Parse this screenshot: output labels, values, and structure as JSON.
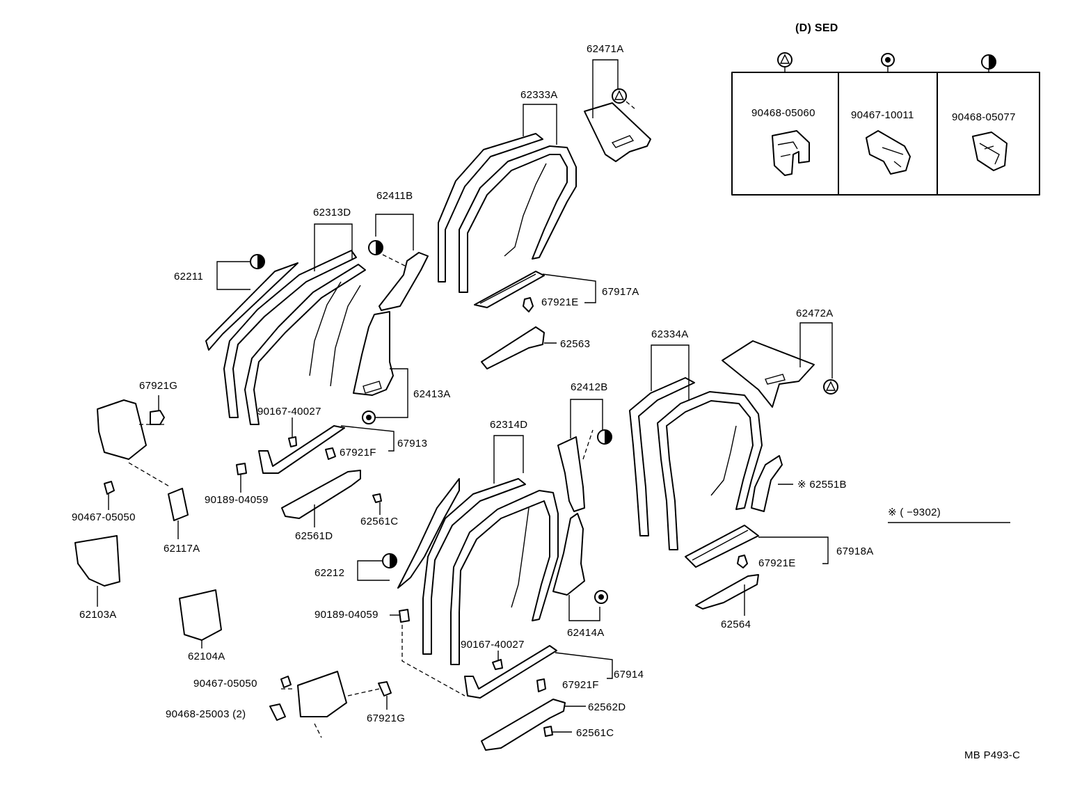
{
  "legend": {
    "title": "(D) SED",
    "items": [
      {
        "symbol": "triangle-circle-icon",
        "part": "90468-05060"
      },
      {
        "symbol": "dot-circle-icon",
        "part": "90467-10011"
      },
      {
        "symbol": "half-circle-icon",
        "part": "90468-05077"
      }
    ]
  },
  "labels": {
    "p62471A": "62471A",
    "p62333A": "62333A",
    "p62411B": "62411B",
    "p62313D": "62313D",
    "p62211": "62211",
    "p67917A": "67917A",
    "p67921E_top": "67921E",
    "p62563": "62563",
    "p62413A": "62413A",
    "p62472A": "62472A",
    "p62334A": "62334A",
    "p67921G_left": "67921G",
    "p90167_40027_a": "90167-40027",
    "p67913": "67913",
    "p67921F_a": "67921F",
    "p90189_04059_a": "90189-04059",
    "p62561C_a": "62561C",
    "p62561D": "62561D",
    "p90467_05050_a": "90467-05050",
    "p62117A": "62117A",
    "p62103A": "62103A",
    "p62104A": "62104A",
    "p62314D": "62314D",
    "p62412B": "62412B",
    "p62212": "62212",
    "p90189_04059_b": "90189-04059",
    "p62414A": "62414A",
    "p90167_40027_b": "90167-40027",
    "p67914": "67914",
    "p67921F_b": "67921F",
    "p62562D": "62562D",
    "p62561C_b": "62561C",
    "p90467_05050_b": "90467-05050",
    "p90468_25003": "90468-25003 (2)",
    "p67921G_bottom": "67921G",
    "p62551B": "※ 62551B",
    "p67918A": "67918A",
    "p67921E_bottom": "67921E",
    "p62564": "62564"
  },
  "footnote": {
    "text": "※ (         −9302)"
  },
  "diagram_code": "MB P493-C"
}
